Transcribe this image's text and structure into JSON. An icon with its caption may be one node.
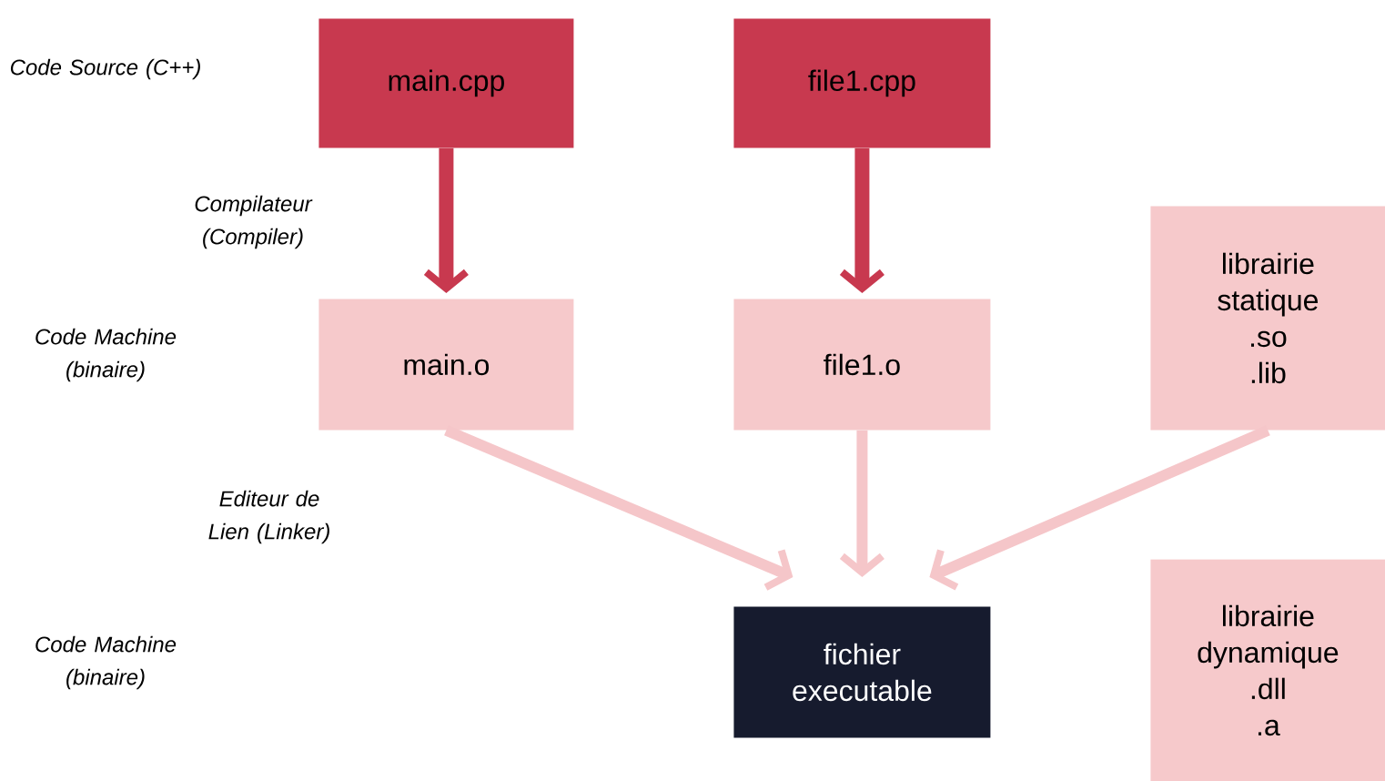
{
  "diagram": {
    "nodes": [
      {
        "text": [
          "main.cpp"
        ]
      },
      {
        "text": [
          "file1.cpp"
        ]
      },
      {
        "text": [
          "librairie statique",
          ".so",
          ".lib"
        ]
      },
      {
        "text": [
          "main.o"
        ]
      },
      {
        "text": [
          "file1.o"
        ]
      },
      {
        "text": [
          "fichier executable"
        ]
      },
      {
        "text": [
          "librairie dynamique",
          ".dll",
          ".a"
        ]
      }
    ],
    "edges": [
      {
        "from": 0,
        "to": 3,
        "arrow": "to",
        "color": "#c8394f"
      },
      {
        "from": 1,
        "to": 4,
        "arrow": "to",
        "color": "#c8394f"
      },
      {
        "from": 3,
        "to": 5,
        "arrow": "to"
      },
      {
        "from": 4,
        "to": 5,
        "arrow": "to"
      },
      {
        "from": 2,
        "to": 5,
        "arrow": "to"
      }
    ],
    "labels": [
      "Code Source (C++)",
      "Compilateur (Compiler)",
      "Code Machine (binaire)",
      "Editeur de Lien (Linker)",
      "Code Machine (binaire)"
    ]
  }
}
